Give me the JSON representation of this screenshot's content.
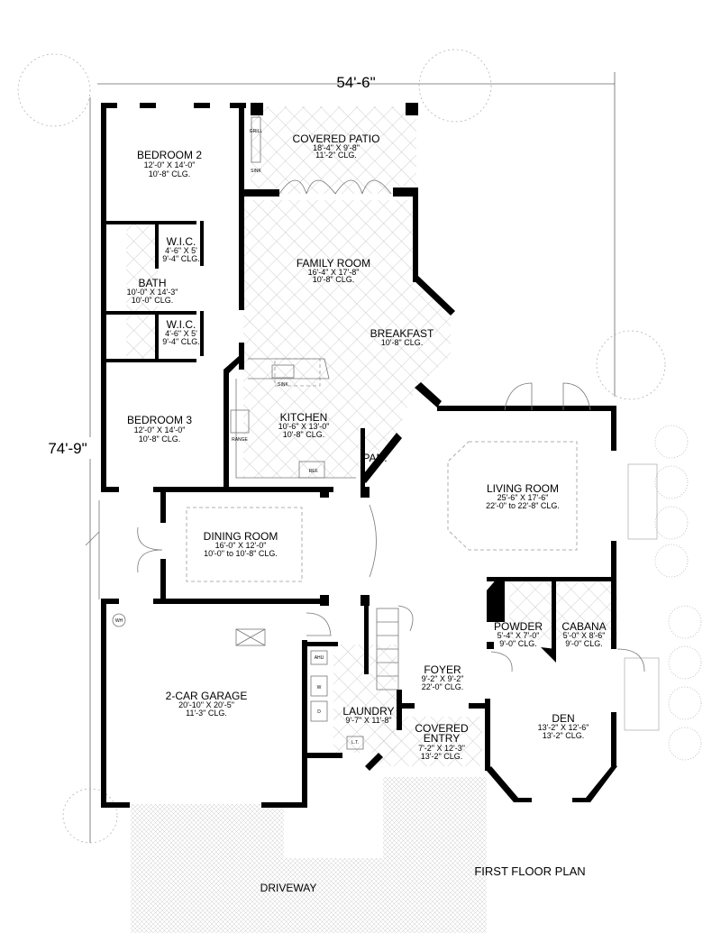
{
  "title": "FIRST FLOOR PLAN",
  "overall_width": "54'-6\"",
  "overall_depth": "74'-9\"",
  "rooms": {
    "bedroom2": {
      "name": "BEDROOM 2",
      "size": "12'-0\" X 14'-0\"",
      "ceiling": "10'-8\" CLG."
    },
    "covered_patio": {
      "name": "COVERED PATIO",
      "size": "18'-4\" X 9'-8\"",
      "ceiling": "11'-2\" CLG."
    },
    "wic1": {
      "name": "W.I.C.",
      "size": "4'-6\" X 5'",
      "ceiling": "9'-4\" CLG."
    },
    "bath": {
      "name": "BATH",
      "size": "10'-0\" X 14'-3\"",
      "ceiling": "10'-0\" CLG."
    },
    "wic2": {
      "name": "W.I.C.",
      "size": "4'-6\" X 5'",
      "ceiling": "9'-4\" CLG."
    },
    "family_room": {
      "name": "FAMILY ROOM",
      "size": "16'-4\" X 17'-8\"",
      "ceiling": "10'-8\" CLG."
    },
    "breakfast": {
      "name": "BREAKFAST",
      "ceiling": "10'-8\" CLG."
    },
    "bedroom3": {
      "name": "BEDROOM 3",
      "size": "12'-0\" X 14'-0\"",
      "ceiling": "10'-8\" CLG."
    },
    "kitchen": {
      "name": "KITCHEN",
      "size": "10'-6\" X 13'-0\"",
      "ceiling": "10'-8\" CLG."
    },
    "pantry": {
      "name": "PAN."
    },
    "living_room": {
      "name": "LIVING ROOM",
      "size": "25'-6\" X 17'-6\"",
      "ceiling": "22'-0\" to 22'-8\" CLG."
    },
    "dining_room": {
      "name": "DINING ROOM",
      "size": "16'-0\" X 12'-0\"",
      "ceiling": "10'-0\" to 10'-8\" CLG."
    },
    "powder": {
      "name": "POWDER",
      "size": "5'-4\" X 7'-0\"",
      "ceiling": "9'-0\" CLG."
    },
    "cabana": {
      "name": "CABANA",
      "size": "5'-0\" X 8'-6\"",
      "ceiling": "9'-0\" CLG."
    },
    "garage": {
      "name": "2-CAR GARAGE",
      "size": "20'-10\" X 20'-5\"",
      "ceiling": "11'-3\" CLG."
    },
    "foyer": {
      "name": "FOYER",
      "size": "9'-2\" X 9'-2\"",
      "ceiling": "22'-0\" CLG."
    },
    "laundry": {
      "name": "LAUNDRY",
      "size": "9'-7\" X 11'-8\""
    },
    "covered_entry": {
      "name1": "COVERED",
      "name2": "ENTRY",
      "size": "7'-2\" X 12'-3\"",
      "ceiling": "13'-2\" CLG."
    },
    "den": {
      "name": "DEN",
      "size": "13'-2\" X 12'-6\"",
      "ceiling": "13'-2\" CLG."
    },
    "driveway": {
      "name": "DRIVEWAY"
    }
  },
  "fixtures": {
    "grill": "GRILL",
    "patio_sink": "SINK",
    "kitchen_sink": "SINK",
    "range": "RANGE",
    "ref": "REF.",
    "ahu": "AHU",
    "washer": "W",
    "dryer": "D",
    "water_heater": "WH",
    "laundry_tub": "L.T."
  }
}
